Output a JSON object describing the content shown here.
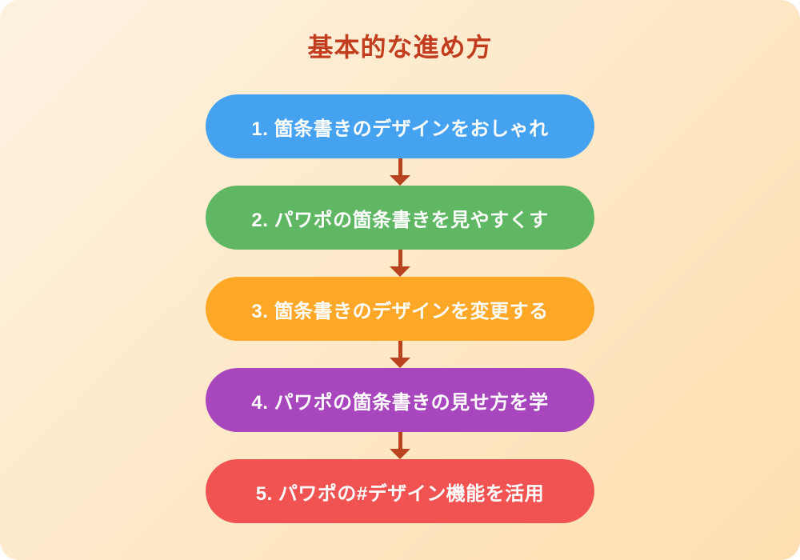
{
  "page": {
    "title": "基本的な進め方",
    "title_color": "#C13D1E",
    "background_gradient_start": "#FDF2E1",
    "background_gradient_end": "#FFDFAF"
  },
  "flow": {
    "arrow_color": "#B8431E",
    "steps": [
      {
        "label": "1. 箇条書きのデザインをおしゃれ",
        "color": "#45A2F1"
      },
      {
        "label": "2. パワポの箇条書きを見やすくす",
        "color": "#5FB763"
      },
      {
        "label": "3. 箇条書きのデザインを変更する",
        "color": "#FFA726"
      },
      {
        "label": "4. パワポの箇条書きの見せ方を学",
        "color": "#A846BE"
      },
      {
        "label": "5. パワポの#デザイン機能を活用",
        "color": "#F05352"
      }
    ]
  }
}
